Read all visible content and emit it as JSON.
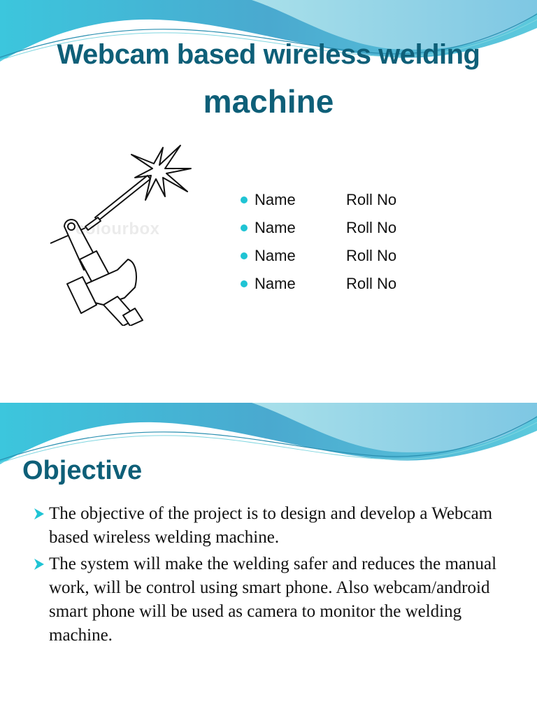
{
  "slides": [
    {
      "title_line1": "Webcam based wireless welding",
      "title_line2": "machine",
      "illustration": {
        "icon": "welding-torch-hand-icon",
        "watermark": "colourbox"
      },
      "members": [
        {
          "name": "Name",
          "roll": "Roll No"
        },
        {
          "name": "Name",
          "roll": "Roll No"
        },
        {
          "name": "Name",
          "roll": "Roll No"
        },
        {
          "name": "Name",
          "roll": "Roll No"
        }
      ]
    },
    {
      "title": "Objective",
      "bullets": [
        "The objective of the project is to design and develop a Webcam based wireless welding machine.",
        " The system will make the welding safer and reduces the manual work, will be control using smart phone. Also webcam/android smart phone will be used as camera to monitor the welding machine."
      ]
    }
  ],
  "colors": {
    "title": "#0e5f78",
    "bullet_dot": "#1fc4d4",
    "wave_dark": "#4ab3d4",
    "wave_light": "#9fdbe6"
  }
}
